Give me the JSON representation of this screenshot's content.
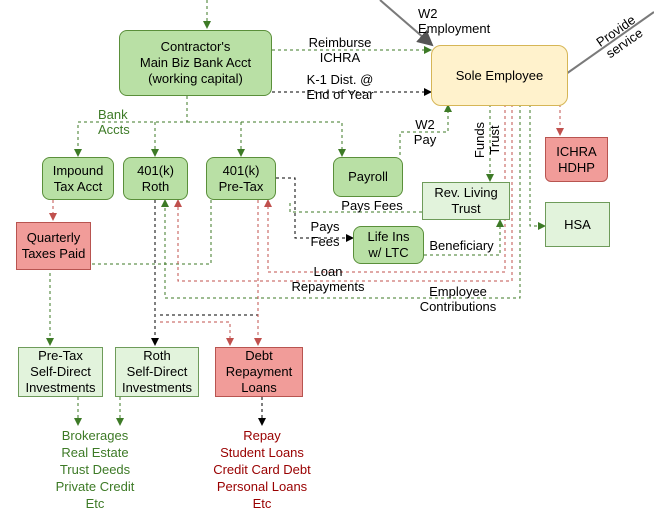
{
  "nodes": {
    "contractor": "Contractor's\nMain Biz Bank Acct\n(working capital)",
    "sole_employee": "Sole Employee",
    "impound": "Impound\nTax Acct",
    "roth401k": "401(k)\nRoth",
    "pretax401k": "401(k)\nPre-Tax",
    "payroll": "Payroll",
    "living_trust": "Rev. Living\nTrust",
    "life_ins": "Life Ins\nw/ LTC",
    "ichra": "ICHRA\nHDHP",
    "hsa": "HSA",
    "quarterly": "Quarterly\nTaxes Paid",
    "pretax_inv": "Pre-Tax\nSelf-Direct\nInvestments",
    "roth_inv": "Roth\nSelf-Direct\nInvestments",
    "debt": "Debt\nRepayment\nLoans"
  },
  "edge_labels": {
    "w2_employment": "W2\nEmployment",
    "provide_service": "Provide\nservice",
    "reimburse": "Reimburse\nICHRA",
    "k1": "K-1 Dist. @\nEnd of Year",
    "bank_accts": "Bank\nAccts",
    "w2_pay": "W2\nPay",
    "funds_trust": "Funds\nTrust",
    "pays_fees_1": "Pays Fees",
    "pays_fees_2": "Pays\nFees",
    "beneficiary": "Beneficiary",
    "loan_repayments": "Loan\nRepayments",
    "employee_contributions": "Employee\nContributions"
  },
  "lists": {
    "investments": [
      "Brokerages",
      "Real Estate",
      "Trust Deeds",
      "Private Credit",
      "Etc"
    ],
    "repay": [
      "Repay",
      "Student Loans",
      "Credit Card Debt",
      "Personal Loans",
      "Etc"
    ]
  },
  "colors": {
    "green_line": "#3d7a26",
    "red_line": "#c0504d",
    "black_line": "#000000",
    "grey_line": "#7a7a7a",
    "list_green": "#3d7a26",
    "list_red": "#990000"
  }
}
